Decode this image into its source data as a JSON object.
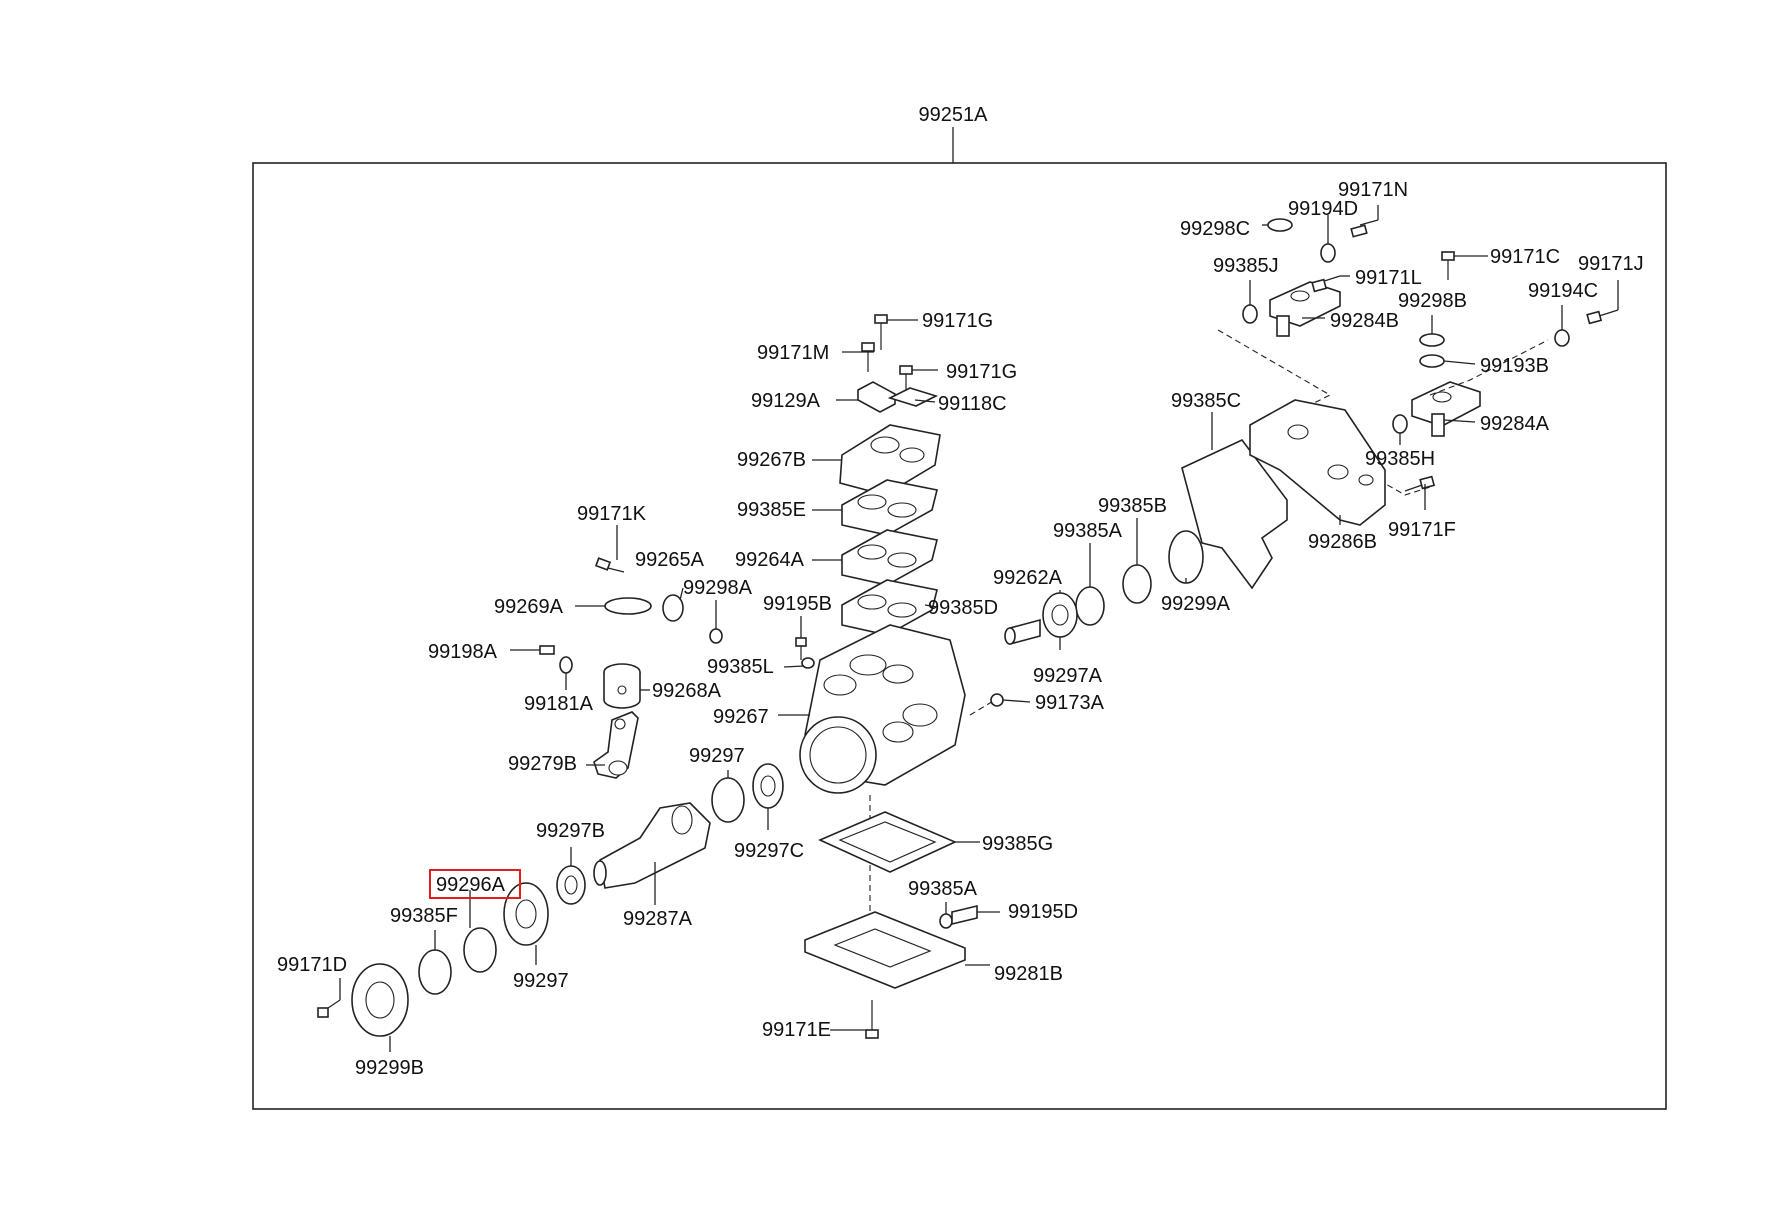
{
  "diagram": {
    "assembly_label": "99251A",
    "highlight_color": "#e01e1e",
    "highlighted_part": "99296A",
    "labels": {
      "p99171N": "99171N",
      "p99194D": "99194D",
      "p99298C": "99298C",
      "p99171C": "99171C",
      "p99171J": "99171J",
      "p99385J": "99385J",
      "p99171L": "99171L",
      "p99298B": "99298B",
      "p99194C": "99194C",
      "p99284B": "99284B",
      "p99193B": "99193B",
      "p99171G_a": "99171G",
      "p99171M": "99171M",
      "p99171G_b": "99171G",
      "p99129A": "99129A",
      "p99118C": "99118C",
      "p99385C": "99385C",
      "p99284A": "99284A",
      "p99267B": "99267B",
      "p99385H": "99385H",
      "p99385E": "99385E",
      "p99385B": "99385B",
      "p99171K": "99171K",
      "p99286B": "99286B",
      "p99171F": "99171F",
      "p99385A_top": "99385A",
      "p99264A": "99264A",
      "p99265A": "99265A",
      "p99298A": "99298A",
      "p99262A": "99262A",
      "p99195B": "99195B",
      "p99385D": "99385D",
      "p99269A": "99269A",
      "p99299A": "99299A",
      "p99198A": "99198A",
      "p99385L": "99385L",
      "p99297A": "99297A",
      "p99268A": "99268A",
      "p99181A": "99181A",
      "p99173A": "99173A",
      "p99267": "99267",
      "p99297_top": "99297",
      "p99279B": "99279B",
      "p99297B": "99297B",
      "p99297C": "99297C",
      "p99385G": "99385G",
      "p99296A": "99296A",
      "p99385A_bot": "99385A",
      "p99385F": "99385F",
      "p99195D": "99195D",
      "p99287A": "99287A",
      "p99171D": "99171D",
      "p99297_bot": "99297",
      "p99281B": "99281B",
      "p99171E": "99171E",
      "p99299B": "99299B"
    }
  }
}
